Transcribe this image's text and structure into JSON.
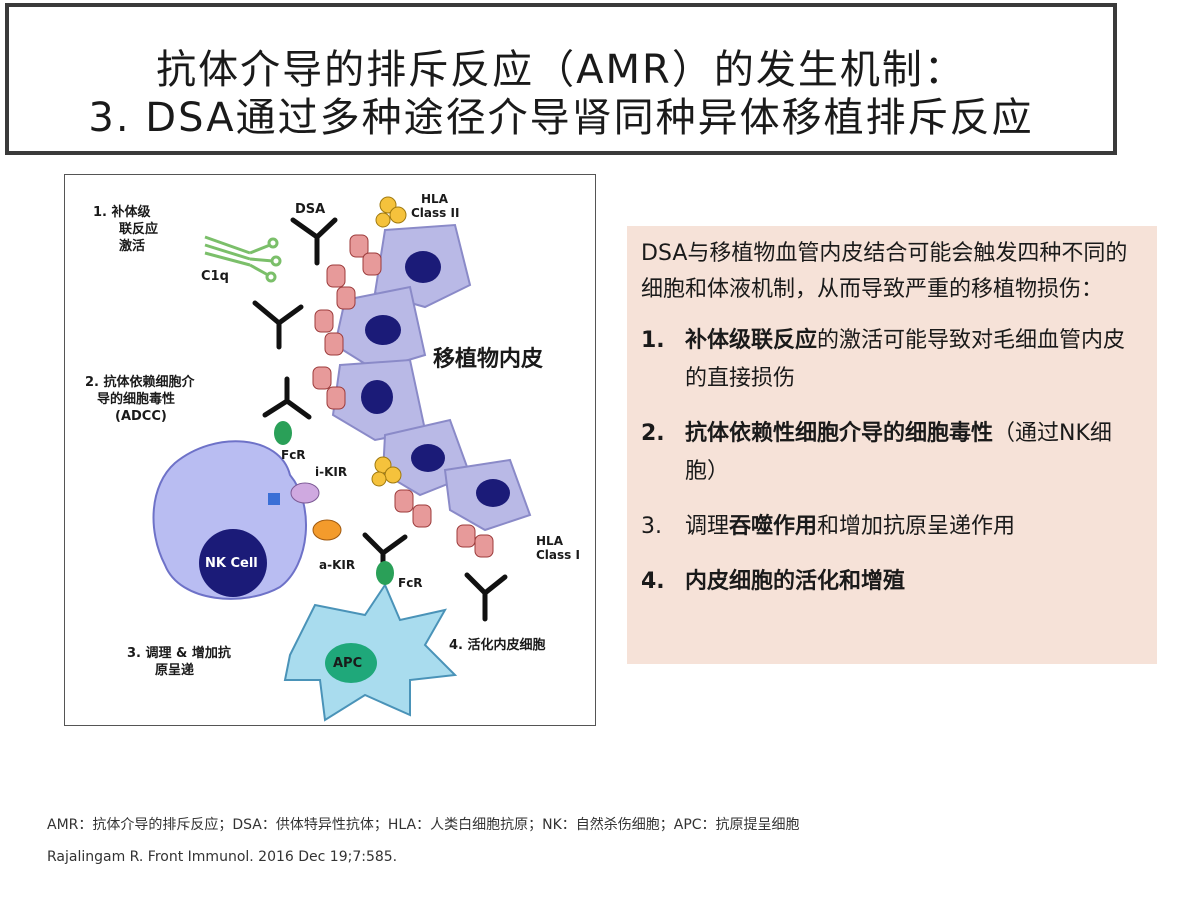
{
  "title": {
    "line1": "抗体介导的排斥反应（AMR）的发生机制：",
    "line2": "3. DSA通过多种途径介导肾同种异体移植排斥反应"
  },
  "figure": {
    "label_mech1": [
      "1.  补体级",
      "联反应",
      "激活"
    ],
    "label_dsa": "DSA",
    "label_hla2": [
      "HLA",
      "Class II"
    ],
    "label_c1q": "C1q",
    "label_endothelium": "移植物内皮",
    "label_mech2": [
      "2.  抗体依赖细胞介",
      "导的细胞毒性",
      "(ADCC)"
    ],
    "label_fcr1": "FcR",
    "label_ikir": "i-KIR",
    "label_akir": "a-KIR",
    "label_nk": "NK Cell",
    "label_fcr2": "FcR",
    "label_hla1": [
      "HLA",
      "Class I"
    ],
    "label_apc": "APC",
    "label_mech3": [
      "3.  调理 & 增加抗",
      "原呈递"
    ],
    "label_mech4": "4.  活化内皮细胞"
  },
  "panel": {
    "intro": "DSA与移植物血管内皮结合可能会触发四种不同的细胞和体液机制，从而导致严重的移植物损伤：",
    "items": [
      {
        "num": "1.",
        "bold": "补体级联反应",
        "rest": "的激活可能导致对毛细血管内皮的直接损伤"
      },
      {
        "num": "2.",
        "bold": "抗体依赖性细胞介导的细胞毒性",
        "rest": "（通过NK细胞）"
      },
      {
        "num": "3.",
        "pre": "调理",
        "bold": "吞噬作用",
        "rest": "和增加抗原呈递作用"
      },
      {
        "num": "4.",
        "bold": "内皮细胞的活化和增殖",
        "rest": ""
      }
    ]
  },
  "footer": {
    "line1": "AMR：抗体介导的排斥反应；DSA：供体特异性抗体；HLA：人类白细胞抗原；NK：自然杀伤细胞；APC：抗原提呈细胞",
    "line2": "Rajalingam R.  Front Immunol. 2016 Dec 19;7:585."
  },
  "colors": {
    "endothelium": "#b9b9e6",
    "nucleus": "#1b1b78",
    "nk_cell": "#b9bdf2",
    "apc": "#a9dcee",
    "apc_nucleus": "#1fa87a",
    "hla": "#e79a9a",
    "panel_bg": "#f6e2d8"
  }
}
